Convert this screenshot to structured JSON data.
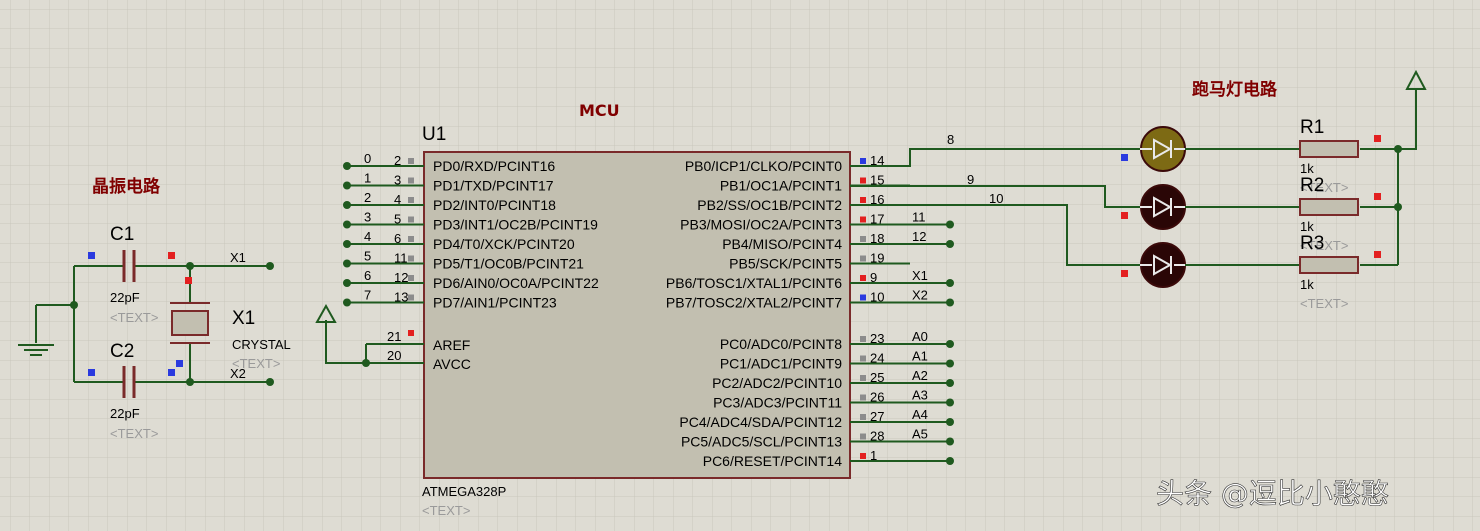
{
  "colors": {
    "background": "#dedcd3",
    "grid": "#c8c6bc",
    "wire": "#1f5a1f",
    "body_outline": "#7a2a2a",
    "chip_fill": "#c2bfb0",
    "led_on": "#7d6a14",
    "led_off": "#2a0606",
    "pin_red": "#e32020",
    "pin_blue": "#2a3adf",
    "pin_gray": "#8c8c8c",
    "title": "#800000"
  },
  "titles": {
    "mcu": "MCU",
    "crystal_circuit": "晶振电路",
    "led_circuit": "跑马灯电路"
  },
  "mcu": {
    "ref": "U1",
    "part": "ATMEGA328P",
    "text_placeholder": "<TEXT>",
    "left_pins": [
      {
        "net": "0",
        "num": "2",
        "label": "PD0/RXD/PCINT16"
      },
      {
        "net": "1",
        "num": "3",
        "label": "PD1/TXD/PCINT17"
      },
      {
        "net": "2",
        "num": "4",
        "label": "PD2/INT0/PCINT18"
      },
      {
        "net": "3",
        "num": "5",
        "label": "PD3/INT1/OC2B/PCINT19"
      },
      {
        "net": "4",
        "num": "6",
        "label": "PD4/T0/XCK/PCINT20"
      },
      {
        "net": "5",
        "num": "11",
        "label": "PD5/T1/OC0B/PCINT21"
      },
      {
        "net": "6",
        "num": "12",
        "label": "PD6/AIN0/OC0A/PCINT22"
      },
      {
        "net": "7",
        "num": "13",
        "label": "PD7/AIN1/PCINT23"
      }
    ],
    "power_pins": [
      {
        "num": "21",
        "label": "AREF"
      },
      {
        "num": "20",
        "label": "AVCC"
      }
    ],
    "right_pins_b": [
      {
        "num": "14",
        "net": "8",
        "label": "PB0/ICP1/CLKO/PCINT0"
      },
      {
        "num": "15",
        "net": "9",
        "label": "PB1/OC1A/PCINT1"
      },
      {
        "num": "16",
        "net": "10",
        "label": "PB2/SS/OC1B/PCINT2"
      },
      {
        "num": "17",
        "net": "11",
        "label": "PB3/MOSI/OC2A/PCINT3"
      },
      {
        "num": "18",
        "net": "12",
        "label": "PB4/MISO/PCINT4"
      },
      {
        "num": "19",
        "net": "",
        "label": "PB5/SCK/PCINT5"
      },
      {
        "num": "9",
        "net": "X1",
        "label": "PB6/TOSC1/XTAL1/PCINT6"
      },
      {
        "num": "10",
        "net": "X2",
        "label": "PB7/TOSC2/XTAL2/PCINT7"
      }
    ],
    "right_pins_c": [
      {
        "num": "23",
        "net": "A0",
        "label": "PC0/ADC0/PCINT8"
      },
      {
        "num": "24",
        "net": "A1",
        "label": "PC1/ADC1/PCINT9"
      },
      {
        "num": "25",
        "net": "A2",
        "label": "PC2/ADC2/PCINT10"
      },
      {
        "num": "26",
        "net": "A3",
        "label": "PC3/ADC3/PCINT11"
      },
      {
        "num": "27",
        "net": "A4",
        "label": "PC4/ADC4/SDA/PCINT12"
      },
      {
        "num": "28",
        "net": "A5",
        "label": "PC5/ADC5/SCL/PCINT13"
      },
      {
        "num": "1",
        "net": "",
        "label": "PC6/RESET/PCINT14"
      }
    ]
  },
  "crystal": {
    "c1": {
      "ref": "C1",
      "value": "22pF",
      "text": "<TEXT>"
    },
    "c2": {
      "ref": "C2",
      "value": "22pF",
      "text": "<TEXT>"
    },
    "x1": {
      "ref": "X1",
      "value": "CRYSTAL",
      "text": "<TEXT>"
    },
    "net_x1": "X1",
    "net_x2": "X2"
  },
  "leds": {
    "resistors": [
      {
        "ref": "R1",
        "value": "1k",
        "text": "<TEXT>"
      },
      {
        "ref": "R2",
        "value": "1k",
        "text": "<TEXT>"
      },
      {
        "ref": "R3",
        "value": "1k",
        "text": "<TEXT>"
      }
    ],
    "states": [
      "on",
      "off",
      "off"
    ]
  },
  "watermark": "头条 @逗比小憨憨"
}
